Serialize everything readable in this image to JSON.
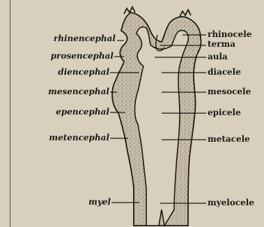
{
  "left_labels": [
    "rhinencephal",
    "prosencephal",
    "diencephal",
    "mesencephal",
    "epencephal",
    "metencephal",
    "myel"
  ],
  "right_labels": [
    "rhinocele",
    "terma",
    "aula",
    "diacele",
    "mesocele",
    "epicele",
    "metacele",
    "myelocele"
  ],
  "colors": {
    "page": "#d8cfbd",
    "wall_fill": "#c8bda8",
    "ink": "#1d1a18"
  }
}
